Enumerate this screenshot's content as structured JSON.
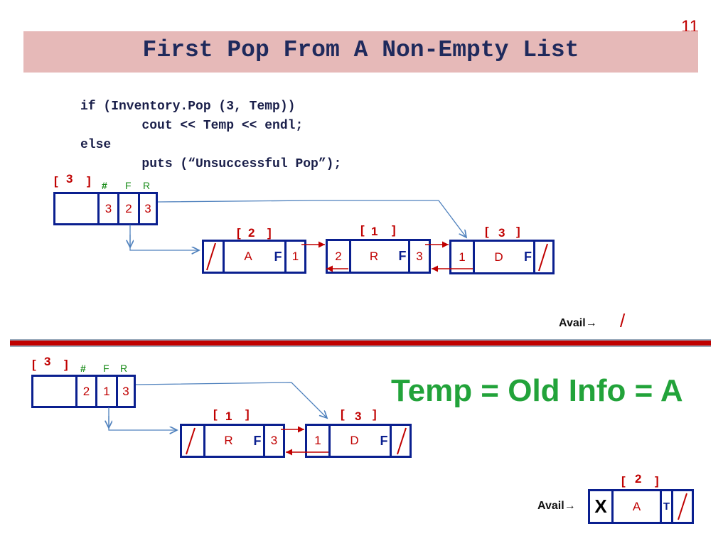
{
  "slide_number": "11",
  "title": "First Pop From A Non-Empty List",
  "code": {
    "line1": "if (Inventory.Pop (3, Temp))",
    "line2": "        cout << Temp << endl;",
    "line3": "else",
    "line4": "        puts (“Unsuccessful Pop”);"
  },
  "top": {
    "head": {
      "index": "3",
      "hdr_count": "#",
      "hdr_front": "F",
      "hdr_rear": "R",
      "count": "3",
      "front": "2",
      "rear": "3"
    },
    "node_a": {
      "index": "2",
      "prev": "/",
      "info": "A",
      "flag": "F",
      "next": "1"
    },
    "node_b": {
      "index": "1",
      "prev": "2",
      "info": "R",
      "flag": "F",
      "next": "3"
    },
    "node_c": {
      "index": "3",
      "prev": "1",
      "info": "D",
      "flag": "F",
      "next": "/"
    },
    "avail_label": "Avail",
    "avail_arrow": "→",
    "avail_value": "/"
  },
  "bottom": {
    "head": {
      "index": "3",
      "hdr_count": "#",
      "hdr_front": "F",
      "hdr_rear": "R",
      "count": "2",
      "front": "1",
      "rear": "3"
    },
    "node_b": {
      "index": "1",
      "prev": "/",
      "info": "R",
      "flag": "F",
      "next": "3"
    },
    "node_c": {
      "index": "3",
      "prev": "1",
      "info": "D",
      "flag": "F",
      "next": "/"
    },
    "temp_text": "Temp = Old Info = A",
    "avail_label": "Avail",
    "avail_arrow": "→",
    "avail_node": {
      "index": "2",
      "mark": "X",
      "info": "A",
      "flag": "T",
      "next": "/"
    }
  },
  "colors": {
    "title_bg": "#e6b9b8",
    "box_border": "#0a1f8f",
    "red": "#c00000",
    "green": "#22a33a",
    "link_blue": "#4f81bd"
  }
}
